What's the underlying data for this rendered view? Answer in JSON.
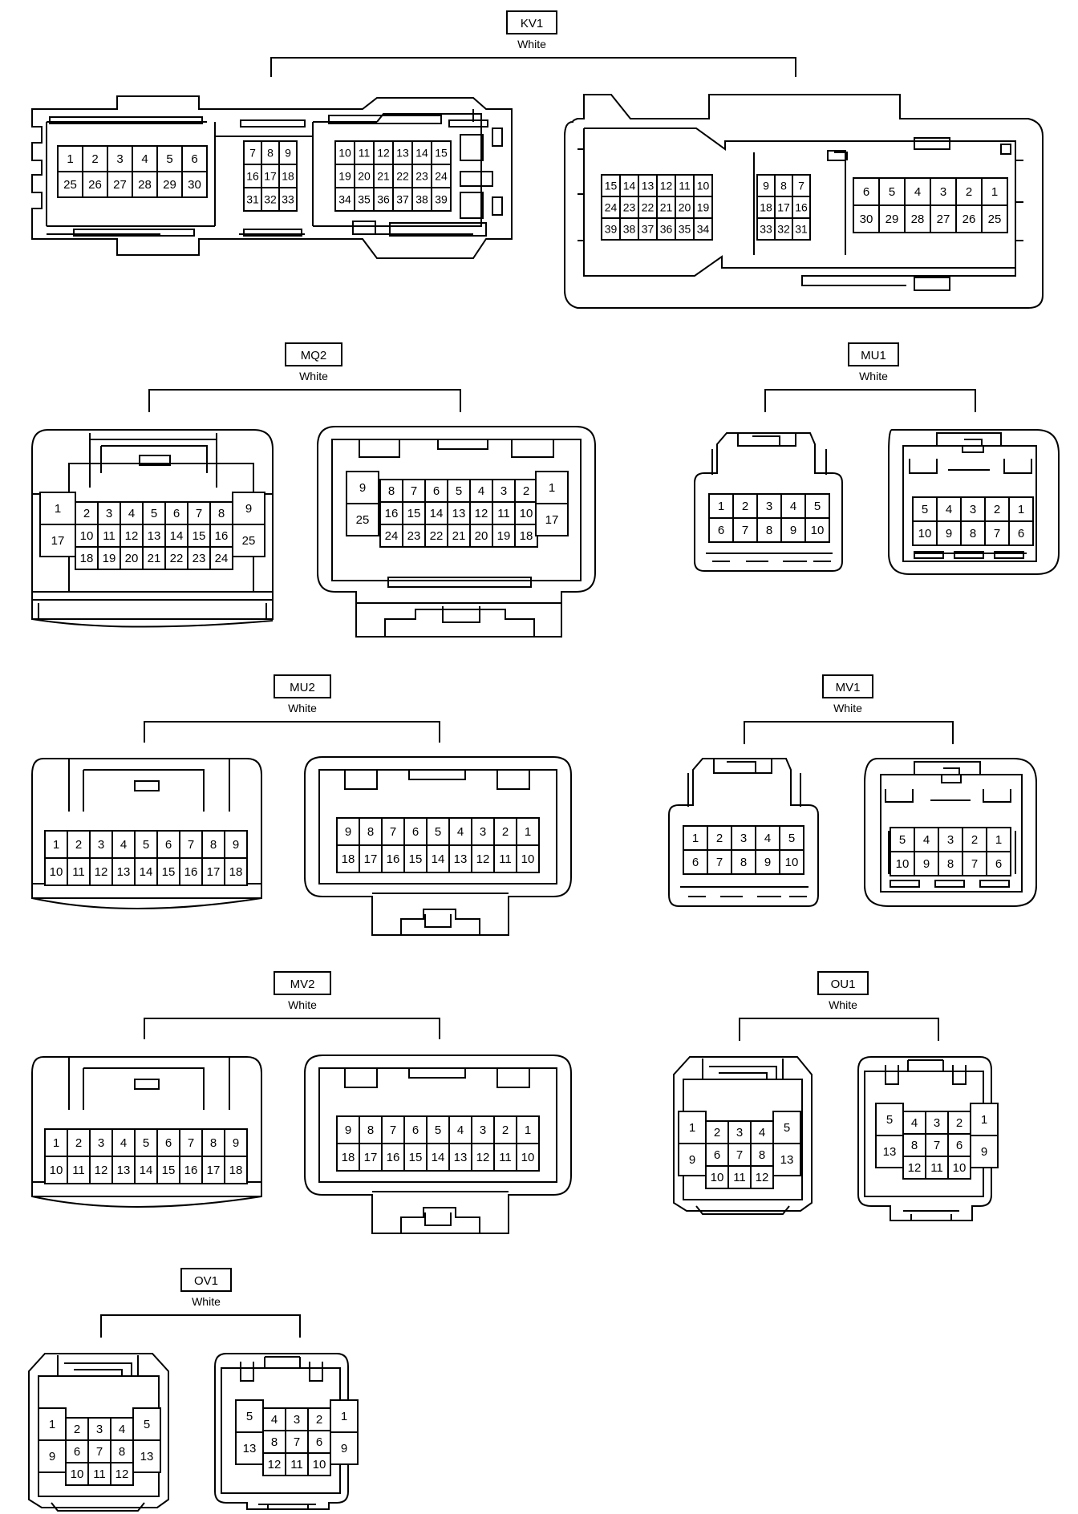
{
  "connectors": [
    {
      "id": "KV1",
      "color": "White",
      "left": {
        "cells": [
          {
            "t": "1"
          },
          {
            "t": "2"
          },
          {
            "t": "3"
          },
          {
            "t": "4"
          },
          {
            "t": "5"
          },
          {
            "t": "6"
          },
          {
            "t": "25"
          },
          {
            "t": "26"
          },
          {
            "t": "27"
          },
          {
            "t": "28"
          },
          {
            "t": "29"
          },
          {
            "t": "30"
          },
          {
            "t": "7"
          },
          {
            "t": "8"
          },
          {
            "t": "9"
          },
          {
            "t": "16"
          },
          {
            "t": "17"
          },
          {
            "t": "18"
          },
          {
            "t": "31"
          },
          {
            "t": "32"
          },
          {
            "t": "33"
          },
          {
            "t": "10"
          },
          {
            "t": "11"
          },
          {
            "t": "12"
          },
          {
            "t": "13"
          },
          {
            "t": "14"
          },
          {
            "t": "15"
          },
          {
            "t": "19"
          },
          {
            "t": "20"
          },
          {
            "t": "21"
          },
          {
            "t": "22"
          },
          {
            "t": "23"
          },
          {
            "t": "24"
          },
          {
            "t": "34"
          },
          {
            "t": "35"
          },
          {
            "t": "36"
          },
          {
            "t": "37"
          },
          {
            "t": "38"
          },
          {
            "t": "39"
          }
        ]
      },
      "right": {
        "cells": [
          {
            "t": "15"
          },
          {
            "t": "14"
          },
          {
            "t": "13"
          },
          {
            "t": "12"
          },
          {
            "t": "11"
          },
          {
            "t": "10"
          },
          {
            "t": "24"
          },
          {
            "t": "23"
          },
          {
            "t": "22"
          },
          {
            "t": "21"
          },
          {
            "t": "20"
          },
          {
            "t": "19"
          },
          {
            "t": "39"
          },
          {
            "t": "38"
          },
          {
            "t": "37"
          },
          {
            "t": "36"
          },
          {
            "t": "35"
          },
          {
            "t": "34"
          },
          {
            "t": "9"
          },
          {
            "t": "8"
          },
          {
            "t": "7"
          },
          {
            "t": "18"
          },
          {
            "t": "17"
          },
          {
            "t": "16"
          },
          {
            "t": "33"
          },
          {
            "t": "32"
          },
          {
            "t": "31"
          },
          {
            "t": "6"
          },
          {
            "t": "5"
          },
          {
            "t": "4"
          },
          {
            "t": "3"
          },
          {
            "t": "2"
          },
          {
            "t": "1"
          },
          {
            "t": "30"
          },
          {
            "t": "29"
          },
          {
            "t": "28"
          },
          {
            "t": "27"
          },
          {
            "t": "26"
          },
          {
            "t": "25"
          }
        ]
      }
    },
    {
      "id": "MQ2",
      "color": "White",
      "left": {
        "cells": [
          {
            "t": "1"
          },
          {
            "t": "17"
          },
          {
            "t": "2"
          },
          {
            "t": "3"
          },
          {
            "t": "4"
          },
          {
            "t": "5"
          },
          {
            "t": "6"
          },
          {
            "t": "7"
          },
          {
            "t": "8"
          },
          {
            "t": "10"
          },
          {
            "t": "11"
          },
          {
            "t": "12"
          },
          {
            "t": "13"
          },
          {
            "t": "14"
          },
          {
            "t": "15"
          },
          {
            "t": "16"
          },
          {
            "t": "18"
          },
          {
            "t": "19"
          },
          {
            "t": "20"
          },
          {
            "t": "21"
          },
          {
            "t": "22"
          },
          {
            "t": "23"
          },
          {
            "t": "24"
          },
          {
            "t": "9"
          },
          {
            "t": "25"
          }
        ]
      },
      "right": {
        "cells": [
          {
            "t": "9"
          },
          {
            "t": "25"
          },
          {
            "t": "8"
          },
          {
            "t": "7"
          },
          {
            "t": "6"
          },
          {
            "t": "5"
          },
          {
            "t": "4"
          },
          {
            "t": "3"
          },
          {
            "t": "2"
          },
          {
            "t": "16"
          },
          {
            "t": "15"
          },
          {
            "t": "14"
          },
          {
            "t": "13"
          },
          {
            "t": "12"
          },
          {
            "t": "11"
          },
          {
            "t": "10"
          },
          {
            "t": "24"
          },
          {
            "t": "23"
          },
          {
            "t": "22"
          },
          {
            "t": "21"
          },
          {
            "t": "20"
          },
          {
            "t": "19"
          },
          {
            "t": "18"
          },
          {
            "t": "1"
          },
          {
            "t": "17"
          }
        ]
      }
    },
    {
      "id": "MU1",
      "color": "White",
      "left": {
        "cells": [
          {
            "t": "1"
          },
          {
            "t": "2"
          },
          {
            "t": "3"
          },
          {
            "t": "4"
          },
          {
            "t": "5"
          },
          {
            "t": "6"
          },
          {
            "t": "7"
          },
          {
            "t": "8"
          },
          {
            "t": "9"
          },
          {
            "t": "10"
          }
        ]
      },
      "right": {
        "cells": [
          {
            "t": "5"
          },
          {
            "t": "4"
          },
          {
            "t": "3"
          },
          {
            "t": "2"
          },
          {
            "t": "1"
          },
          {
            "t": "10"
          },
          {
            "t": "9"
          },
          {
            "t": "8"
          },
          {
            "t": "7"
          },
          {
            "t": "6"
          }
        ]
      }
    },
    {
      "id": "MU2",
      "color": "White",
      "left": {
        "cells": [
          {
            "t": "1"
          },
          {
            "t": "2"
          },
          {
            "t": "3"
          },
          {
            "t": "4"
          },
          {
            "t": "5"
          },
          {
            "t": "6"
          },
          {
            "t": "7"
          },
          {
            "t": "8"
          },
          {
            "t": "9"
          },
          {
            "t": "10"
          },
          {
            "t": "11"
          },
          {
            "t": "12"
          },
          {
            "t": "13"
          },
          {
            "t": "14"
          },
          {
            "t": "15"
          },
          {
            "t": "16"
          },
          {
            "t": "17"
          },
          {
            "t": "18"
          }
        ]
      },
      "right": {
        "cells": [
          {
            "t": "9"
          },
          {
            "t": "8"
          },
          {
            "t": "7"
          },
          {
            "t": "6"
          },
          {
            "t": "5"
          },
          {
            "t": "4"
          },
          {
            "t": "3"
          },
          {
            "t": "2"
          },
          {
            "t": "1"
          },
          {
            "t": "18"
          },
          {
            "t": "17"
          },
          {
            "t": "16"
          },
          {
            "t": "15"
          },
          {
            "t": "14"
          },
          {
            "t": "13"
          },
          {
            "t": "12"
          },
          {
            "t": "11"
          },
          {
            "t": "10"
          }
        ]
      }
    },
    {
      "id": "MV1",
      "color": "White",
      "left": {
        "cells": [
          {
            "t": "1"
          },
          {
            "t": "2"
          },
          {
            "t": "3"
          },
          {
            "t": "4"
          },
          {
            "t": "5"
          },
          {
            "t": "6"
          },
          {
            "t": "7"
          },
          {
            "t": "8"
          },
          {
            "t": "9"
          },
          {
            "t": "10"
          }
        ]
      },
      "right": {
        "cells": [
          {
            "t": "5"
          },
          {
            "t": "4"
          },
          {
            "t": "3"
          },
          {
            "t": "2"
          },
          {
            "t": "1"
          },
          {
            "t": "10"
          },
          {
            "t": "9"
          },
          {
            "t": "8"
          },
          {
            "t": "7"
          },
          {
            "t": "6"
          }
        ]
      }
    },
    {
      "id": "MV2",
      "color": "White",
      "left": {
        "cells": [
          {
            "t": "1"
          },
          {
            "t": "2"
          },
          {
            "t": "3"
          },
          {
            "t": "4"
          },
          {
            "t": "5"
          },
          {
            "t": "6"
          },
          {
            "t": "7"
          },
          {
            "t": "8"
          },
          {
            "t": "9"
          },
          {
            "t": "10"
          },
          {
            "t": "11"
          },
          {
            "t": "12"
          },
          {
            "t": "13"
          },
          {
            "t": "14"
          },
          {
            "t": "15"
          },
          {
            "t": "16"
          },
          {
            "t": "17"
          },
          {
            "t": "18"
          }
        ]
      },
      "right": {
        "cells": [
          {
            "t": "9"
          },
          {
            "t": "8"
          },
          {
            "t": "7"
          },
          {
            "t": "6"
          },
          {
            "t": "5"
          },
          {
            "t": "4"
          },
          {
            "t": "3"
          },
          {
            "t": "2"
          },
          {
            "t": "1"
          },
          {
            "t": "18"
          },
          {
            "t": "17"
          },
          {
            "t": "16"
          },
          {
            "t": "15"
          },
          {
            "t": "14"
          },
          {
            "t": "13"
          },
          {
            "t": "12"
          },
          {
            "t": "11"
          },
          {
            "t": "10"
          }
        ]
      }
    },
    {
      "id": "OU1",
      "color": "White",
      "left": {
        "cells": [
          {
            "t": "1"
          },
          {
            "t": "9"
          },
          {
            "t": "2"
          },
          {
            "t": "3"
          },
          {
            "t": "4"
          },
          {
            "t": "6"
          },
          {
            "t": "7"
          },
          {
            "t": "8"
          },
          {
            "t": "10"
          },
          {
            "t": "11"
          },
          {
            "t": "12"
          },
          {
            "t": "5"
          },
          {
            "t": "13"
          }
        ]
      },
      "right": {
        "cells": [
          {
            "t": "5"
          },
          {
            "t": "13"
          },
          {
            "t": "4"
          },
          {
            "t": "3"
          },
          {
            "t": "2"
          },
          {
            "t": "8"
          },
          {
            "t": "7"
          },
          {
            "t": "6"
          },
          {
            "t": "12"
          },
          {
            "t": "11"
          },
          {
            "t": "10"
          },
          {
            "t": "1"
          },
          {
            "t": "9"
          }
        ]
      }
    },
    {
      "id": "OV1",
      "color": "White",
      "left": {
        "cells": [
          {
            "t": "1"
          },
          {
            "t": "9"
          },
          {
            "t": "2"
          },
          {
            "t": "3"
          },
          {
            "t": "4"
          },
          {
            "t": "6"
          },
          {
            "t": "7"
          },
          {
            "t": "8"
          },
          {
            "t": "10"
          },
          {
            "t": "11"
          },
          {
            "t": "12"
          },
          {
            "t": "5"
          },
          {
            "t": "13"
          }
        ]
      },
      "right": {
        "cells": [
          {
            "t": "5"
          },
          {
            "t": "13"
          },
          {
            "t": "4"
          },
          {
            "t": "3"
          },
          {
            "t": "2"
          },
          {
            "t": "8"
          },
          {
            "t": "7"
          },
          {
            "t": "6"
          },
          {
            "t": "12"
          },
          {
            "t": "11"
          },
          {
            "t": "10"
          },
          {
            "t": "1"
          },
          {
            "t": "9"
          }
        ]
      }
    }
  ]
}
